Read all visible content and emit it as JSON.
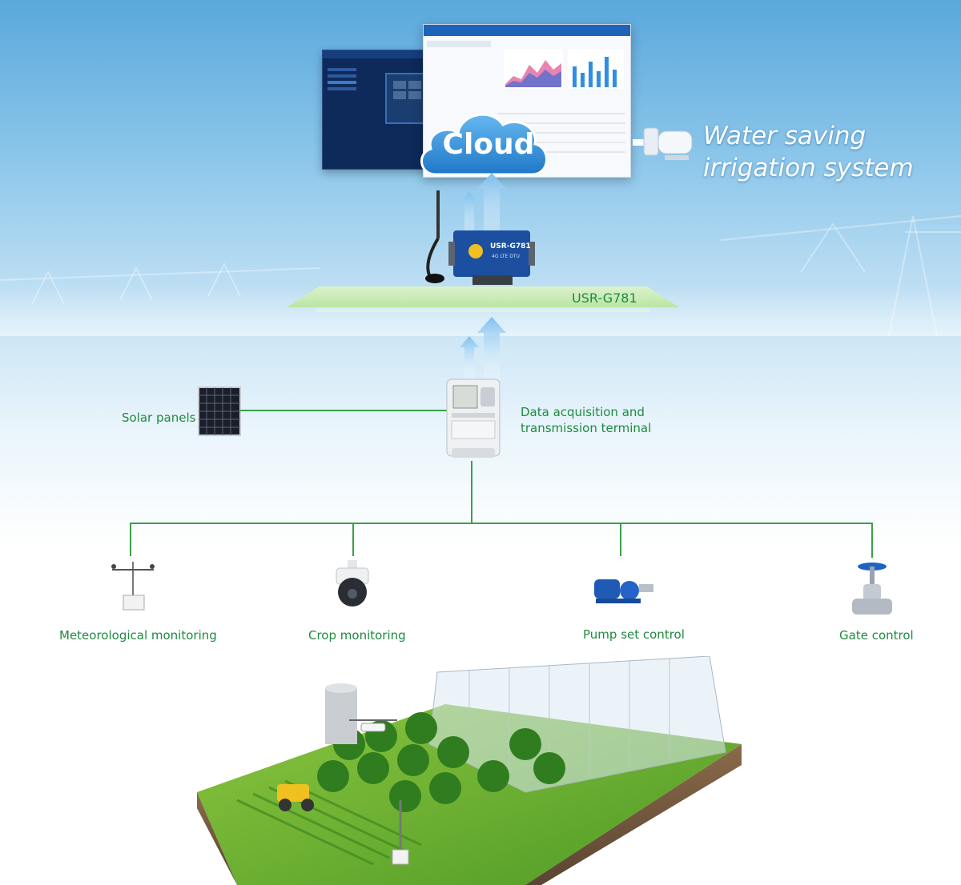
{
  "header": {
    "title_line1": "Water saving",
    "title_line2": "irrigation system"
  },
  "cloud": {
    "label": "Cloud"
  },
  "gateway": {
    "label": "USR-G781",
    "device_text": "USR-G781",
    "device_sub": "4G LTE DTU"
  },
  "terminal": {
    "label_line1": "Data acquisition and",
    "label_line2": "transmission terminal"
  },
  "solar": {
    "label": "Solar panels"
  },
  "devices": [
    {
      "label": "Meteorological  monitoring",
      "icon": "weather-station-icon"
    },
    {
      "label": "Crop  monitoring",
      "icon": "dome-camera-icon"
    },
    {
      "label": "Pump  set  control",
      "icon": "water-pump-icon"
    },
    {
      "label": "Gate control",
      "icon": "gate-valve-icon"
    }
  ],
  "colors": {
    "accent_green": "#1f8a3f",
    "line_green": "#3aa14b",
    "sky_blue": "#5aa8dc"
  }
}
